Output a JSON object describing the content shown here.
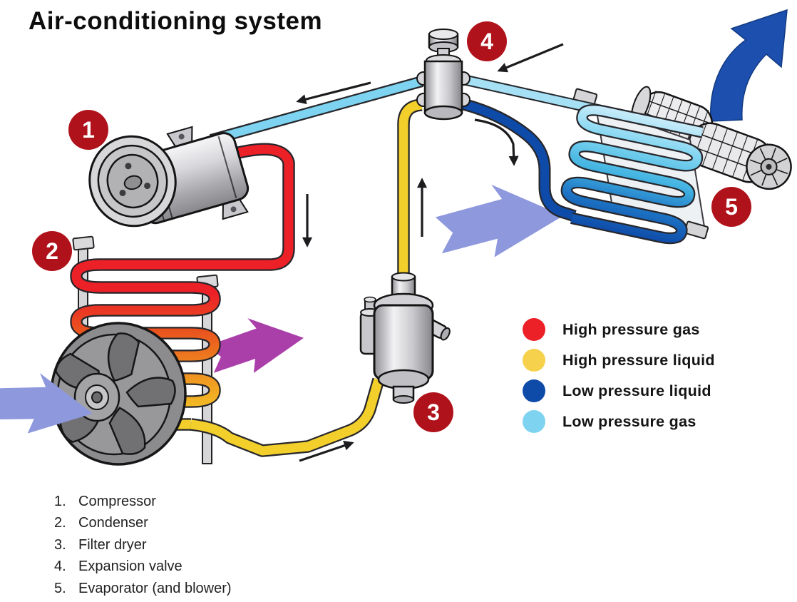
{
  "title": "Air-conditioning system",
  "legend": {
    "items": [
      {
        "label": "High pressure gas",
        "color": "#ec2027"
      },
      {
        "label": "High pressure liquid",
        "color": "#f6d14c"
      },
      {
        "label": "Low pressure liquid",
        "color": "#0e4aa8"
      },
      {
        "label": "Low pressure gas",
        "color": "#7ed4f0"
      }
    ]
  },
  "diagram": {
    "badges": [
      "1",
      "2",
      "3",
      "4",
      "5"
    ]
  },
  "component_list": {
    "items": [
      {
        "number": "1.",
        "label": "Compressor"
      },
      {
        "number": "2.",
        "label": "Condenser"
      },
      {
        "number": "3.",
        "label": "Filter dryer"
      },
      {
        "number": "4.",
        "label": "Expansion valve"
      },
      {
        "number": "5.",
        "label": "Evaporator (and blower)"
      }
    ]
  },
  "colors": {
    "high_gas": "#ec2027",
    "high_liquid": "#f3cf2b",
    "low_liquid": "#0e4aa8",
    "low_gas": "#7ed4f0",
    "badge": "#b0121b",
    "big_arrow": "#1d4fae",
    "cool_air": "#8e98dd",
    "hot_air": "#aa3fa9",
    "arrow": "#1c1c1e"
  }
}
